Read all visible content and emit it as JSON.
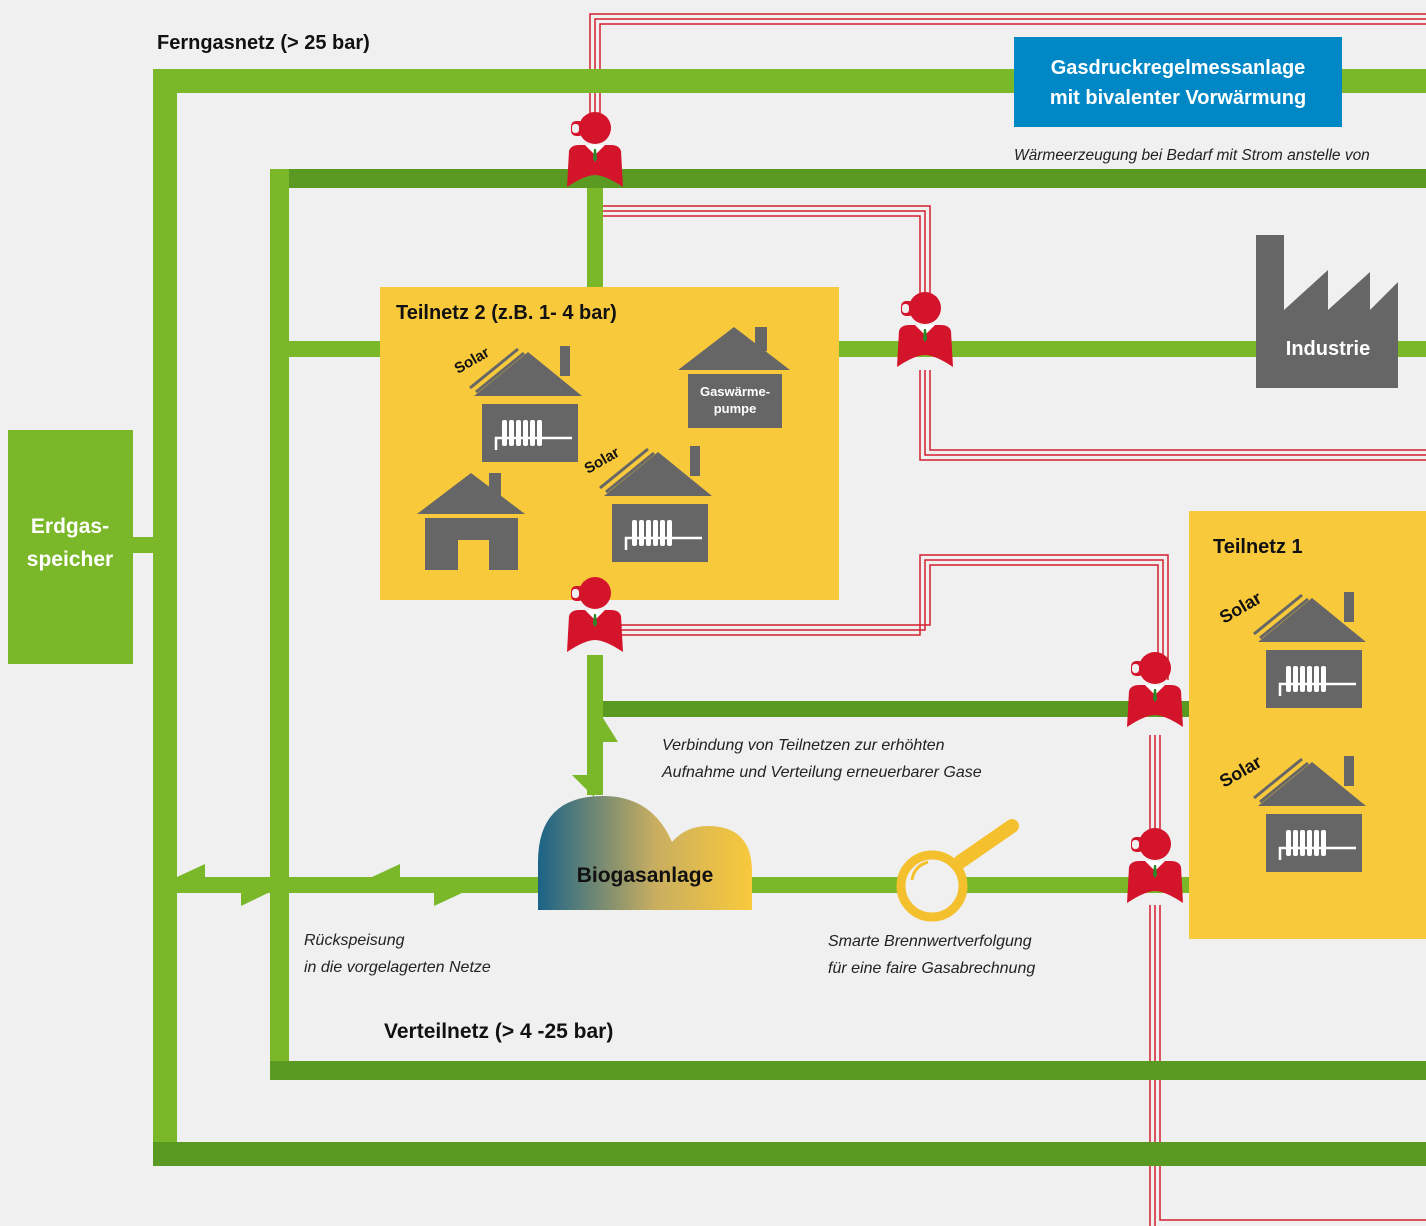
{
  "networks": {
    "fern": "Ferngasnetz (> 25 bar)",
    "verteil": "Verteilnetz (> 4 -25 bar)",
    "teilnetz2": "Teilnetz 2   (z.B. 1- 4 bar)",
    "teilnetz1": "Teilnetz 1"
  },
  "storage": {
    "line1": "Erdgas-",
    "line2": "speicher"
  },
  "gdrm": {
    "line1": "Gasdruckregelmessanlage",
    "line2": "mit bivalenter Vorwärmung"
  },
  "captions": {
    "waerme": "Wärmeerzeugung bei Bedarf mit Strom anstelle von",
    "verbindung1": "Verbindung von Teilnetzen zur erhöhten",
    "verbindung2": "Aufnahme und Verteilung erneuerbarer Gase",
    "rueck1": "Rückspeisung",
    "rueck2": "in die vorgelagerten Netze",
    "smart1": "Smarte Brennwertverfolgung",
    "smart2": "für eine faire Gasabrechnung"
  },
  "buildings": {
    "industrie": "Industrie",
    "gaswp1": "Gaswärme-",
    "gaswp2": "pumpe",
    "solar": "Solar"
  },
  "biogas": "Biogasanlage",
  "colors": {
    "pipe_light": "#7ab829",
    "pipe_dark": "#5a9a22",
    "subnet": "#f9c93c",
    "building": "#666666",
    "person": "#d4142a",
    "comm_line": "#d21f2e",
    "gdrm_box": "#0088c6",
    "storage_box": "#7ab829",
    "magnifier": "#f5c02e"
  }
}
